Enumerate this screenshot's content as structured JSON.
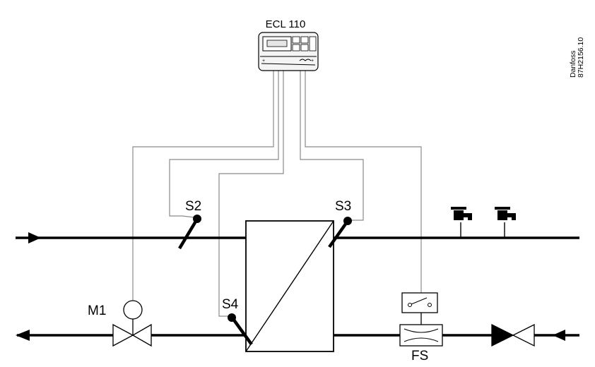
{
  "labels": {
    "controller": "ECL 110",
    "sensor_s2": "S2",
    "sensor_s3": "S3",
    "sensor_s4": "S4",
    "motor_m1": "M1",
    "flow_switch": "FS",
    "side_brand": "Danfoss",
    "side_code": "87H2156.10"
  },
  "icons": {
    "controller": "controller-box-icon",
    "heat_exchanger": "heat-exchanger-icon",
    "tap": "water-tap-icon",
    "valve": "valve-icon",
    "check_valve": "check-valve-icon",
    "flow_switch": "flow-switch-icon",
    "sensor": "temperature-sensor-icon",
    "motor": "motor-actuator-icon"
  }
}
